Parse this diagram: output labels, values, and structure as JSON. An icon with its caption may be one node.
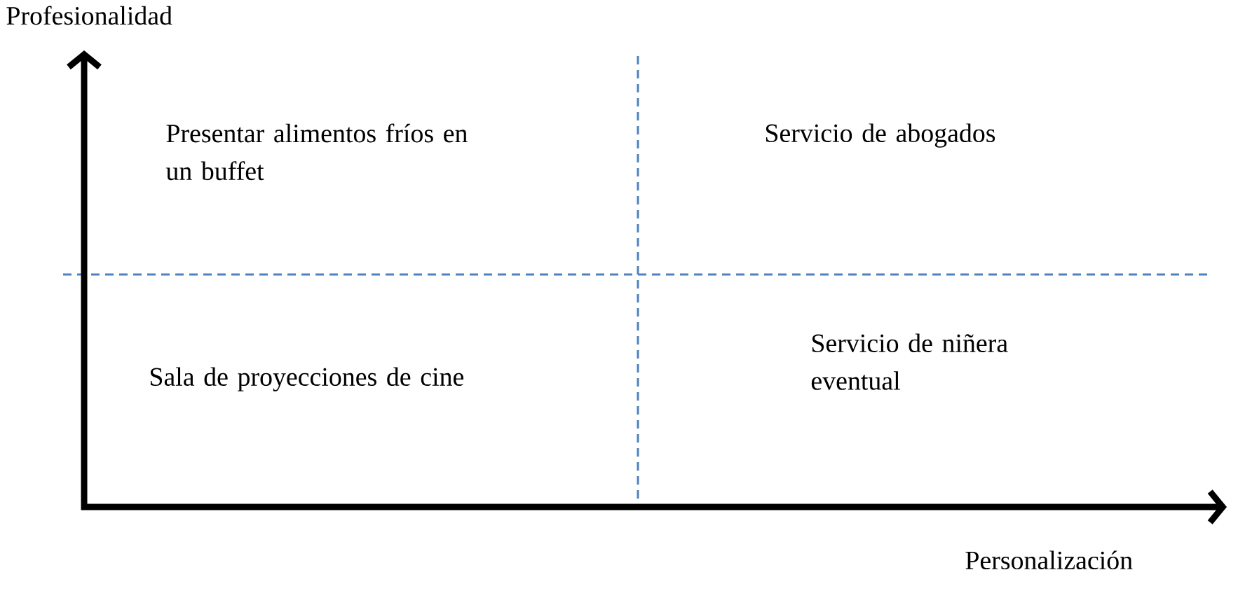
{
  "diagram": {
    "labels": [
      "Profesionalidad",
      "Presentar alimentos fríos en un buffet",
      "Servicio de abogados",
      "Sala de proyecciones de cine",
      "Servicio de niñera eventual",
      "Personalización"
    ]
  }
}
